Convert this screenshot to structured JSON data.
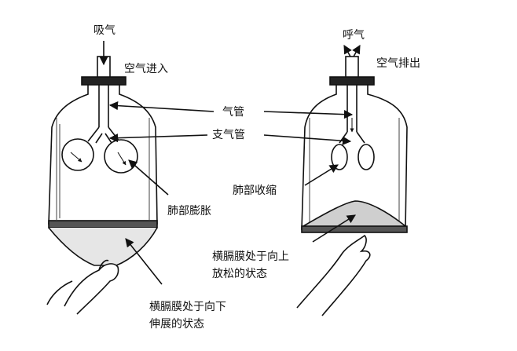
{
  "labels": {
    "inhale": "吸气",
    "exhale": "呼气",
    "air_in": "空气进入",
    "air_out": "空气排出",
    "trachea": "气管",
    "bronchi": "支气管",
    "lungs_expand": "肺部膨胀",
    "lungs_contract": "肺部收缩",
    "diaphragm_down": "横膈膜处于向下伸展的状态",
    "diaphragm_up": "横膈膜处于向上放松的状态"
  }
}
